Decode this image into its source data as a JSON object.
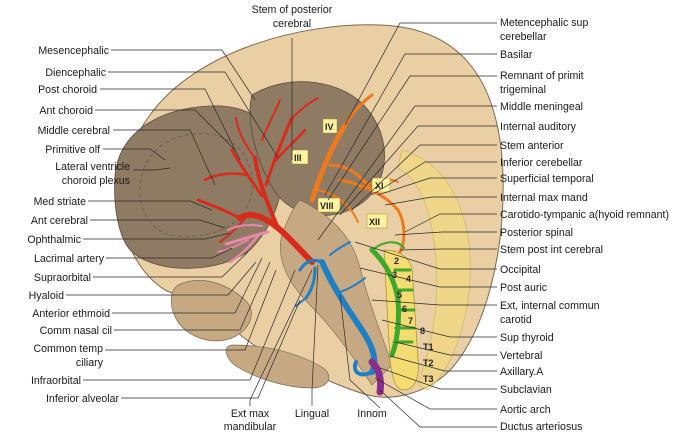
{
  "labels": {
    "stem_post_cerebral_1": "Stem of posterior",
    "stem_post_cerebral_2": "cerebral",
    "mesencephalic": "Mesencephalic",
    "diencephalic": "Diencephalic",
    "post_choroid": "Post choroid",
    "ant_choroid": "Ant choroid",
    "middle_cerebral": "Middle cerebral",
    "primitive_olf": "Primitive olf",
    "lat_ventricle_1": "Lateral ventricle",
    "lat_ventricle_2": "choroid plexus",
    "med_striate": "Med striate",
    "ant_cerebral": "Ant cerebral",
    "ophthalmic": "Ophthalmic",
    "lacrimal": "Lacrimal artery",
    "supraorbital": "Supraorbital",
    "hyaloid": "Hyaloid",
    "ant_ethmoid": "Anterior ethmoid",
    "comm_nasal_cil": "Comm nasal cil",
    "common_temp_1": "Common temp",
    "common_temp_2": "ciliary",
    "infraorbital": "Infraorbital",
    "inferior_alveolar": "Inferior alveolar",
    "ext_max_1": "Ext max",
    "ext_max_2": "mandibular",
    "lingual": "Lingual",
    "innom": "Innom",
    "metencephalic_1": "Metencephalic sup",
    "metencephalic_2": "cerebellar",
    "basilar": "Basilar",
    "remnant_1": "Remnant of primit",
    "remnant_2": "trigeminal",
    "middle_meningeal": "Middle meningeal",
    "internal_auditory": "Internal auditory",
    "stem_anterior": "Stem anterior",
    "inferior_cerebellar": "Inferior cerebellar",
    "superficial_temporal": "Superficial temporal",
    "internal_max_mand": "Internal max mand",
    "carotido_tympanic": "Carotido-tympanic a(hyoid remnant)",
    "posterior_spinal": "Posterior spinal",
    "stem_post_int_cerebral": "Stem post int cerebral",
    "occipital": "Occipital",
    "post_auric": "Post auric",
    "ext_internal_1": "Ext, internal commun",
    "ext_internal_2": "carotid",
    "sup_thyroid": "Sup thyroid",
    "vertebral": "Vertebral",
    "axillary": "Axillary.A",
    "subclavian": "Subclavian",
    "aortic_arch": "Aortic arch",
    "ductus": "Ductus arteriosus"
  },
  "nerve_numerals": [
    "III",
    "IV",
    "VIII",
    "XI",
    "XII"
  ],
  "segment_numbers": [
    "2",
    "3",
    "4",
    "5",
    "6",
    "7",
    "8",
    "T1",
    "T2",
    "T3"
  ],
  "colors": {
    "head_outline": "#e9cfa3",
    "brain_inner": "#8f7a63",
    "vertebral_column": "#f5dc72",
    "internal_carotid": "#d92b1c",
    "basilar_system": "#ee7a1e",
    "vertebral_artery": "#3fa82c",
    "external_carotid": "#1f7fc4",
    "ophthalmic_branches": "#e888aa",
    "nerves": "#fff3a0",
    "ductus": "#8a2c8e",
    "background": "#ffffff"
  }
}
